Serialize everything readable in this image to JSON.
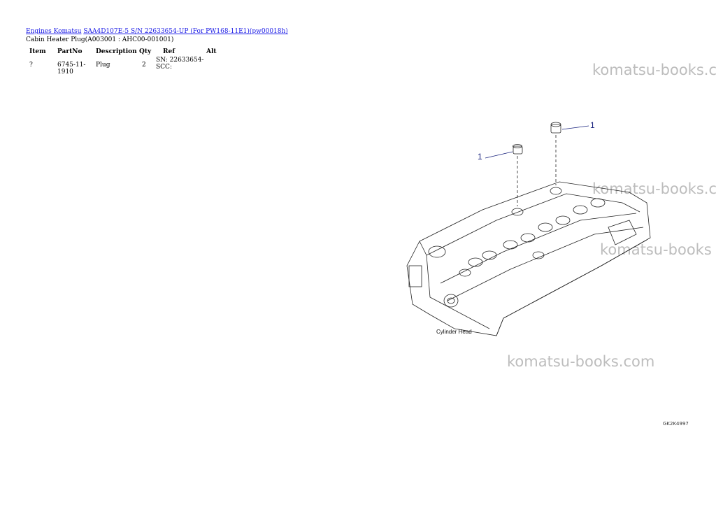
{
  "breadcrumb": {
    "link1": "Engines Komatsu",
    "link2": "SAA4D107E-5 S/N 22633654-UP (For PW168-11E1)(pw00018h)"
  },
  "subtitle": "Cabin Heater Plug(A003001 : AHC00-001001)",
  "table": {
    "headers": [
      "Item",
      "PartNo",
      "Description",
      "Qty",
      "Ref",
      "Alt"
    ],
    "rows": [
      {
        "item": "?",
        "partno": "6745-11-1910",
        "description": "Plug",
        "qty": "2",
        "ref_line1": "SN: 22633654-",
        "ref_line2": "SCC:",
        "alt": ""
      }
    ]
  },
  "drawing": {
    "callout1": "1",
    "callout2": "1",
    "caption": "Cylinder Head",
    "code": "GK2K4997",
    "callout_color": "#1a237e"
  },
  "watermarks": [
    "komatsu-books.c",
    "komatsu-books.c",
    "komatsu-books",
    "komatsu-books.com"
  ]
}
